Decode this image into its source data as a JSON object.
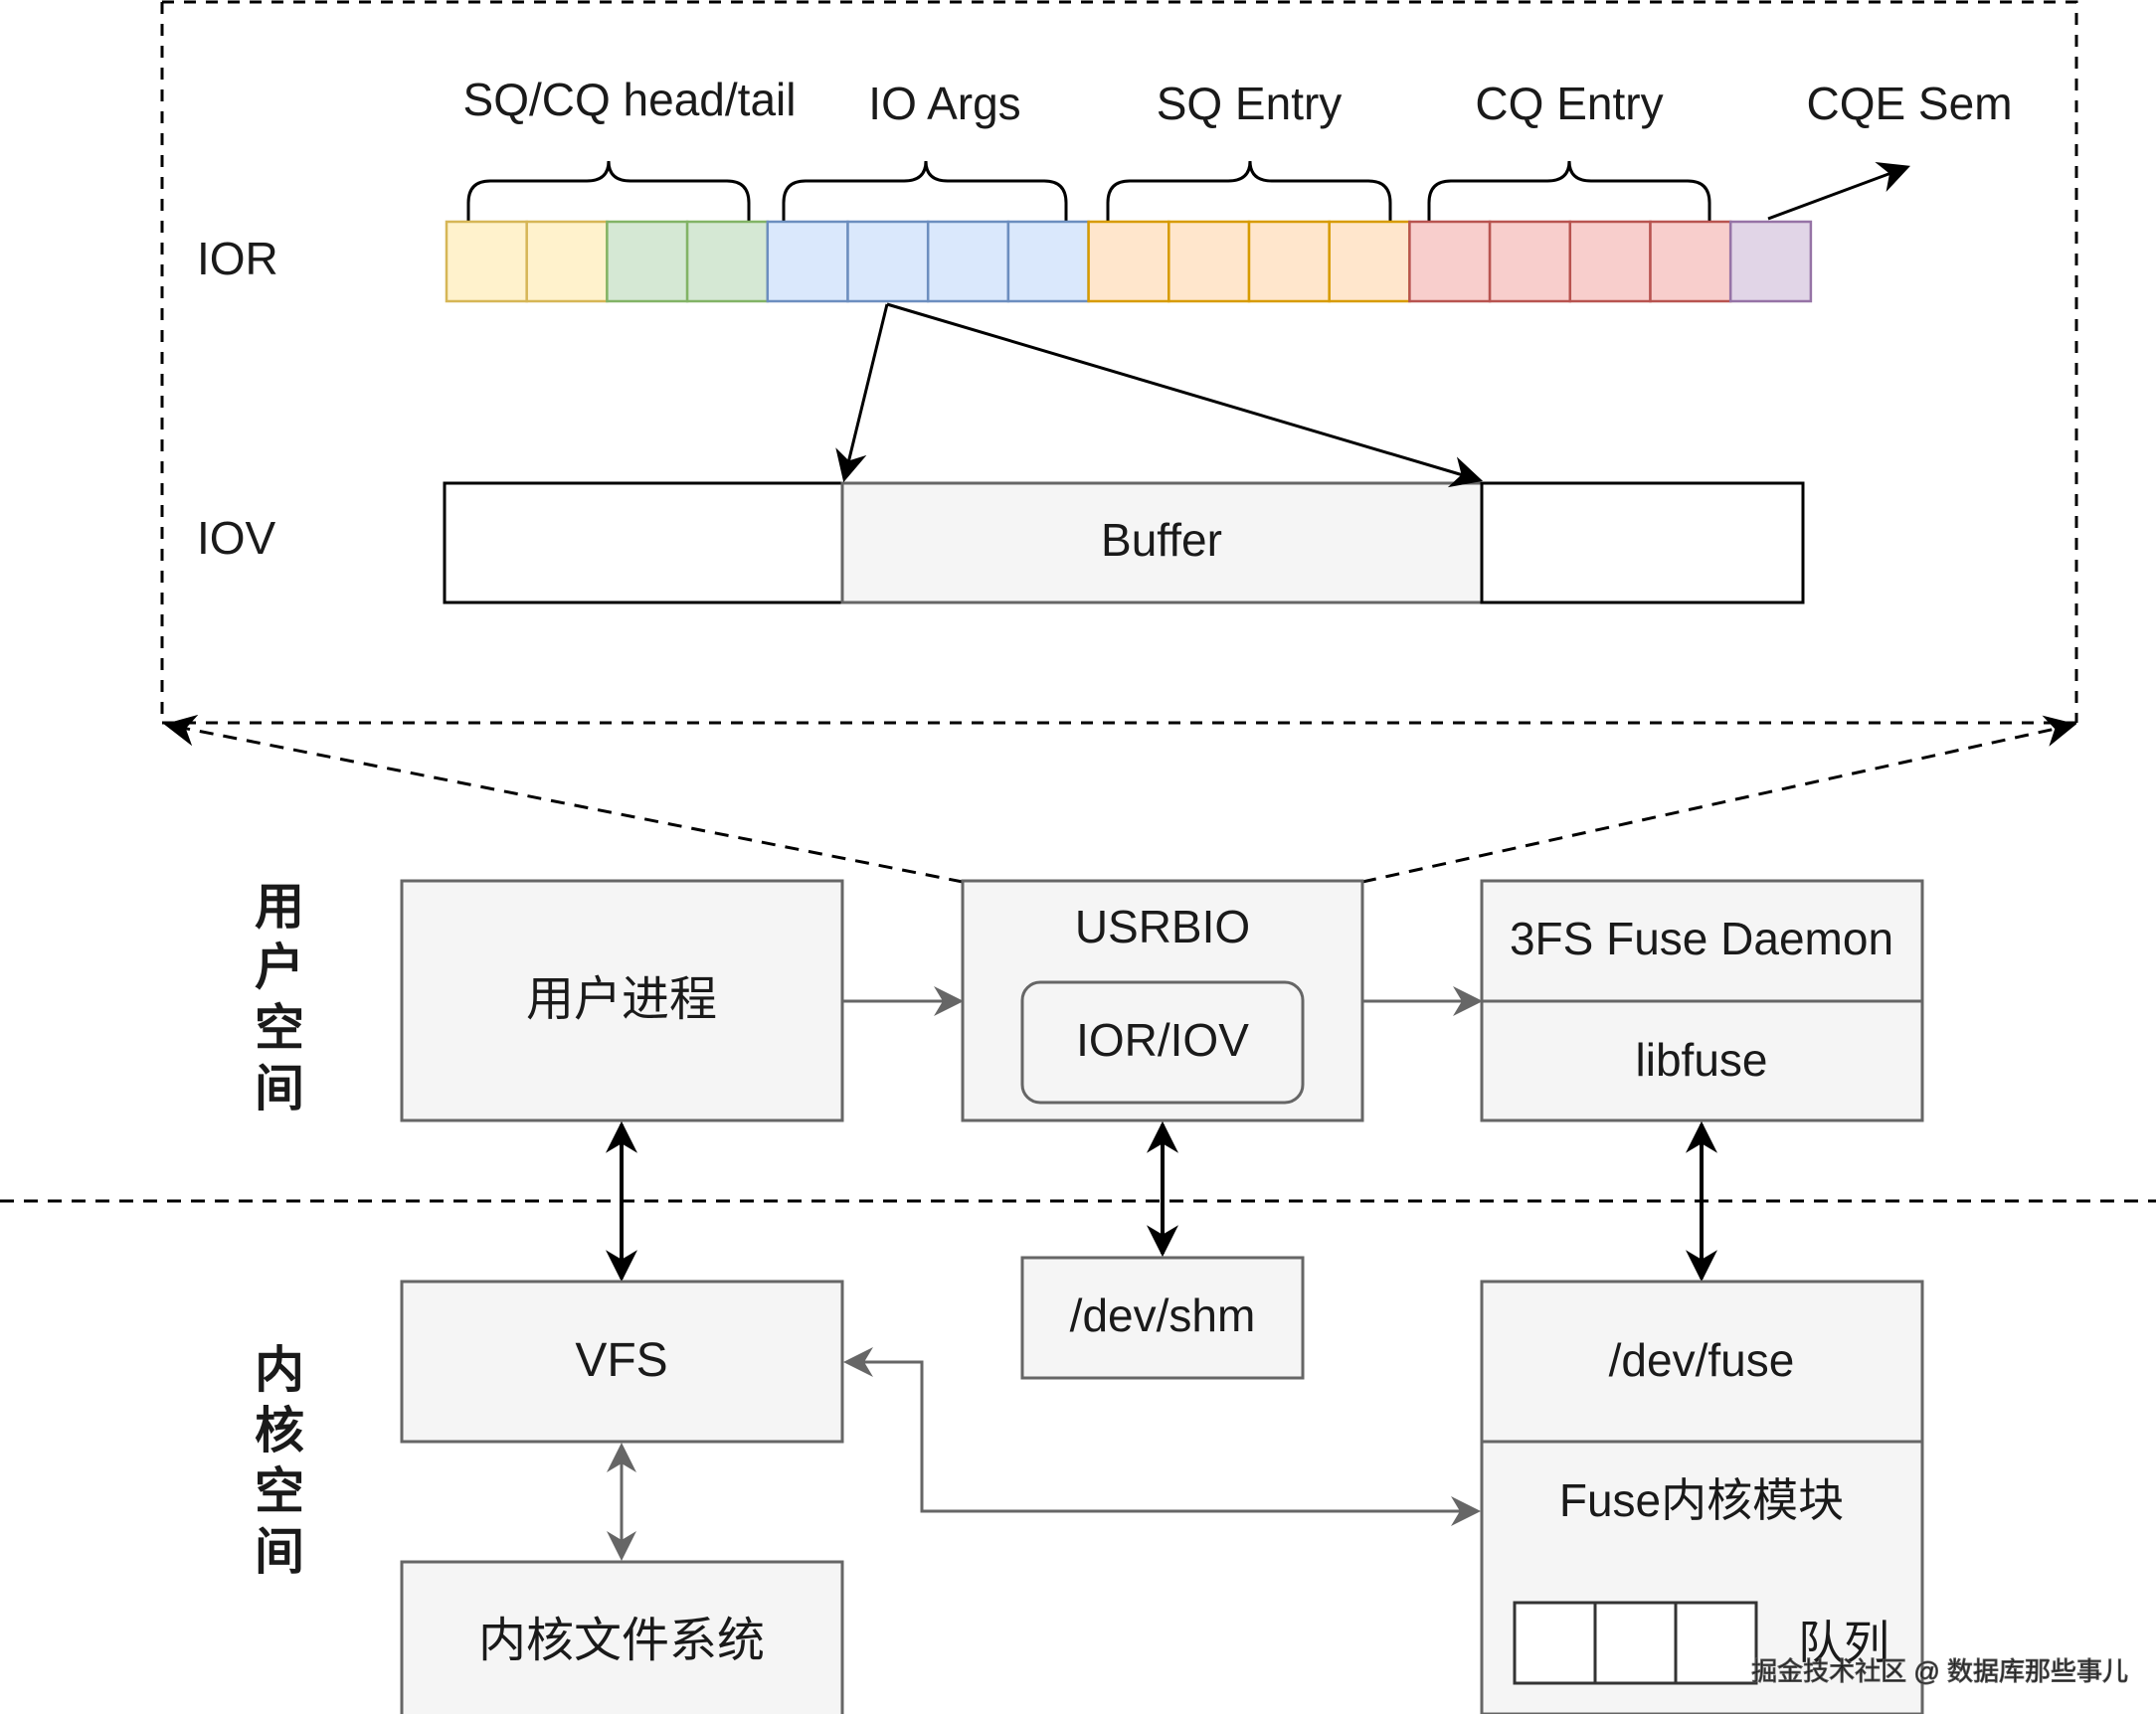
{
  "ior": {
    "row_label": "IOR",
    "groups": [
      {
        "label": "SQ/CQ head/tail"
      },
      {
        "label": "IO Args"
      },
      {
        "label": "SQ Entry"
      },
      {
        "label": "CQ Entry"
      },
      {
        "label": "CQE Sem"
      }
    ],
    "cell_colors": [
      {
        "fill": "#fff2cc",
        "stroke": "#d6b656"
      },
      {
        "fill": "#fff2cc",
        "stroke": "#d6b656"
      },
      {
        "fill": "#d5e8d4",
        "stroke": "#82b366"
      },
      {
        "fill": "#d5e8d4",
        "stroke": "#82b366"
      },
      {
        "fill": "#dae8fc",
        "stroke": "#6c8ebf"
      },
      {
        "fill": "#dae8fc",
        "stroke": "#6c8ebf"
      },
      {
        "fill": "#dae8fc",
        "stroke": "#6c8ebf"
      },
      {
        "fill": "#dae8fc",
        "stroke": "#6c8ebf"
      },
      {
        "fill": "#ffe6cc",
        "stroke": "#d79b00"
      },
      {
        "fill": "#ffe6cc",
        "stroke": "#d79b00"
      },
      {
        "fill": "#ffe6cc",
        "stroke": "#d79b00"
      },
      {
        "fill": "#ffe6cc",
        "stroke": "#d79b00"
      },
      {
        "fill": "#f8cecc",
        "stroke": "#b85450"
      },
      {
        "fill": "#f8cecc",
        "stroke": "#b85450"
      },
      {
        "fill": "#f8cecc",
        "stroke": "#b85450"
      },
      {
        "fill": "#f8cecc",
        "stroke": "#b85450"
      },
      {
        "fill": "#e1d5e7",
        "stroke": "#9673a6"
      }
    ]
  },
  "iov": {
    "row_label": "IOV",
    "buffer_label": "Buffer"
  },
  "regions": {
    "user_space": [
      "用",
      "户",
      "空",
      "间"
    ],
    "kernel_space": [
      "内",
      "核",
      "空",
      "间"
    ]
  },
  "nodes": {
    "user_process": "用户进程",
    "usrbio": "USRBIO",
    "ior_iov": "IOR/IOV",
    "fuse_daemon": "3FS Fuse Daemon",
    "libfuse": "libfuse",
    "vfs": "VFS",
    "dev_shm": "/dev/shm",
    "dev_fuse": "/dev/fuse",
    "fuse_kernel_module": "Fuse内核模块",
    "queue": "队列",
    "kernel_fs": "内核文件系统"
  },
  "watermark": "掘金技术社区 @ 数据库那些事儿"
}
